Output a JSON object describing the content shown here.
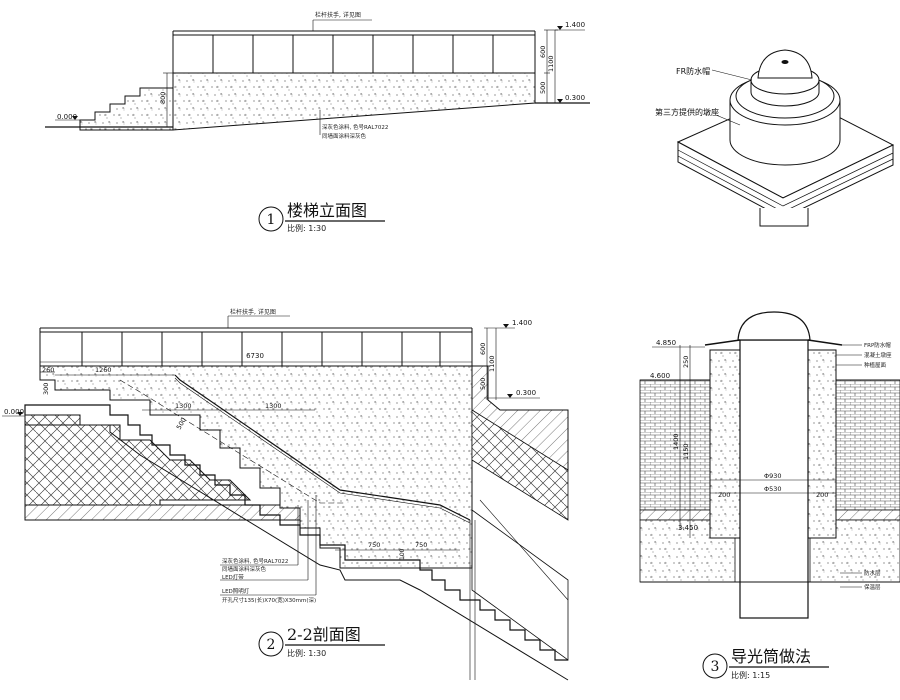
{
  "colors": {
    "ink": "#111111",
    "hatch": "#555555",
    "fill": "#ffffff"
  },
  "drawing1": {
    "number": "1",
    "title": "楼梯立面图",
    "scale": "比例: 1:30",
    "railing_note": "栏杆扶手, 详见图",
    "elev_top": "1.400",
    "elev_mid": "0.300",
    "elev_ground": "0.000",
    "dim_600": "600",
    "dim_1100": "1100",
    "dim_500": "500",
    "dim_800": "800",
    "note_1": "深灰色涂料, 色号RAL7022",
    "note_2": "同墙面涂料深灰色"
  },
  "drawing2": {
    "number": "2",
    "title": "2-2剖面图",
    "scale": "比例: 1:30",
    "railing_note": "栏杆扶手, 详见图",
    "dim_6730": "6730",
    "dim_260": "260",
    "dim_1260": "1260",
    "dim_300": "300",
    "dim_1300a": "1300",
    "dim_1300b": "1300",
    "dim_500": "500",
    "dim_750a": "750",
    "dim_750b": "750",
    "dim_100": "100",
    "dim_600": "600",
    "dim_1100": "1100",
    "dim_500r": "500",
    "elev_top": "1.400",
    "elev_mid": "0.300",
    "elev_ground": "0.000",
    "notes": [
      "深灰色涂料, 色号RAL7022",
      "同墙面涂料深灰色",
      "LED灯带",
      "LED照明灯",
      "开孔尺寸135(长)X70(宽)X30mm(深)"
    ]
  },
  "drawing3": {
    "number": "3",
    "title": "导光筒做法",
    "scale": "比例: 1:15",
    "elev_top": "4.850",
    "elev_mid": "4.600",
    "elev_low": "3.450",
    "dim_250": "250",
    "dim_1400": "1400",
    "dim_1150": "1150",
    "dim_930": "Φ930",
    "dim_530": "Φ530",
    "dim_200a": "200",
    "dim_200b": "200",
    "notes": [
      "FRP防水帽",
      "混凝土墩座",
      "种植屋面",
      "防水层",
      "保温层"
    ]
  },
  "iso": {
    "cap_label": "FR防水帽",
    "base_label": "第三方提供的墩座"
  }
}
